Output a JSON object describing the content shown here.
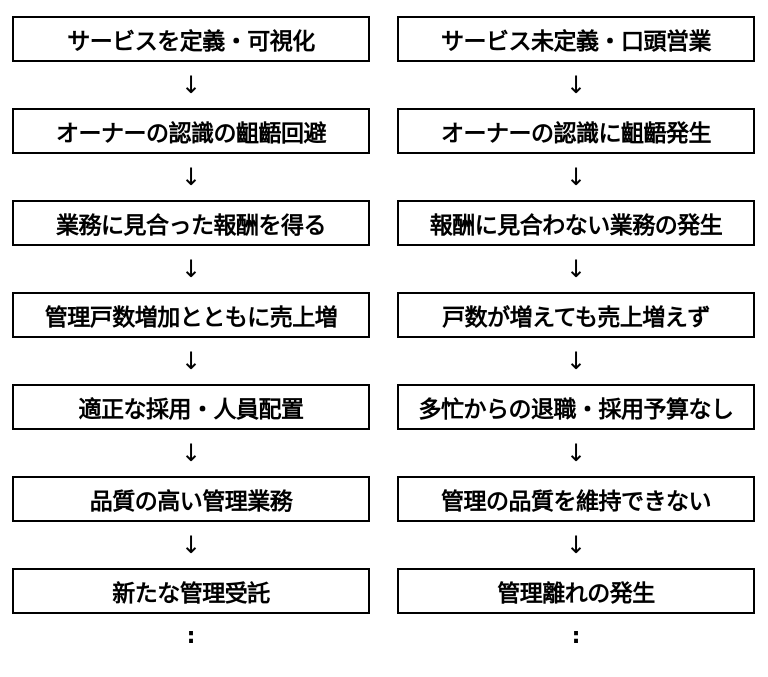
{
  "arrow_glyph": "↓",
  "continue_glyph": ":",
  "left_flow": {
    "steps": [
      "サービスを定義・可視化",
      "オーナーの認識の齟齬回避",
      "業務に見合った報酬を得る",
      "管理戸数増加とともに売上増",
      "適正な採用・人員配置",
      "品質の高い管理業務",
      "新たな管理受託"
    ]
  },
  "right_flow": {
    "steps": [
      "サービス未定義・口頭営業",
      "オーナーの認識に齟齬発生",
      "報酬に見合わない業務の発生",
      "戸数が増えても売上増えず",
      "多忙からの退職・採用予算なし",
      "管理の品質を維持できない",
      "管理離れの発生"
    ]
  }
}
